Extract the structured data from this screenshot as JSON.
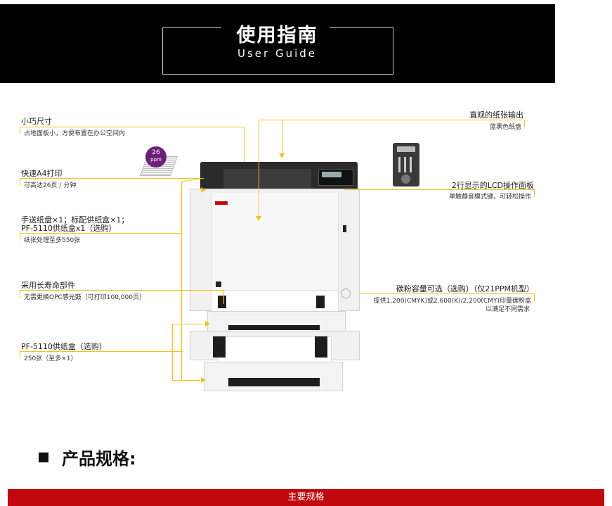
{
  "header": {
    "title_cn": "使用指南",
    "title_en": "User Guide"
  },
  "left_features": [
    {
      "title": "小巧尺寸",
      "desc": "占地面板小，方便布置在办公空间内"
    },
    {
      "title": "快速A4打印",
      "desc": "可高达26页 / 分钟"
    },
    {
      "title": "手送纸盘×1；标配供纸盒×1；",
      "title2": "PF-5110供纸盒x1（选购）",
      "desc": "纸张处理至多550张"
    },
    {
      "title": "采用长寿命部件",
      "desc": "无需更换OPC感光鼓（可打印100,000页）"
    },
    {
      "title": "PF-5110供纸盒（选购）",
      "desc": "250张（至多×1）"
    }
  ],
  "right_features": [
    {
      "title": "直观的纸张输出",
      "desc": "蓝黑色纸盘"
    },
    {
      "title": "2行显示的LCD操作面板",
      "desc": "单触静音模式键，可轻松操作"
    },
    {
      "title": "碳粉容量可选（选购）（仅21PPM机型）",
      "desc": "提供1,200(CMYK)或2,600(K)/2,200(CMY)印量碳粉盒",
      "desc2": "以满足不同需求"
    }
  ],
  "badge": {
    "number": "26",
    "unit": "ppm"
  },
  "colors": {
    "accent_yellow": "#f2c21c",
    "header_bg": "#000000",
    "spec_bar": "#c1080d",
    "badge": "#6b2176"
  },
  "specs": {
    "heading": "产品规格:",
    "bar_label": "主要规格"
  }
}
